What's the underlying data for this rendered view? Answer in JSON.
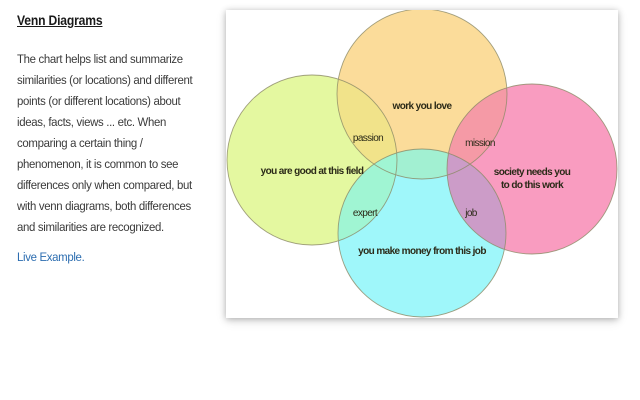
{
  "section": {
    "heading": "Venn Diagrams",
    "description_lines": [
      "The chart helps list and summarize",
      "similarities (or locations) and different",
      "points (or different locations) about",
      "ideas, facts, views ... etc. When",
      "comparing a certain thing /",
      "phenomenon, it is common to see",
      "differences only when compared, but",
      "with venn diagrams, both differences",
      "and similarities are recognized."
    ],
    "link_label": "Live Example."
  },
  "diagram": {
    "circles": [
      {
        "id": "top",
        "label": "work you love",
        "color": "#fbdc9a"
      },
      {
        "id": "left",
        "label": "you are good at this field",
        "color": "#e4f8a0"
      },
      {
        "id": "right",
        "label_line1": "society needs you",
        "label_line2": "to do this work",
        "color": "#f99cc0"
      },
      {
        "id": "bottom",
        "label": "you make money from this job",
        "color": "#9ff7fa"
      }
    ],
    "overlaps": {
      "top_left": "passion",
      "top_right": "mission",
      "left_bottom": "expert",
      "right_bottom": "job"
    },
    "colors": {
      "stroke": "#8c8a66",
      "text": "#2b2a18",
      "link": "#2c6db0"
    }
  }
}
